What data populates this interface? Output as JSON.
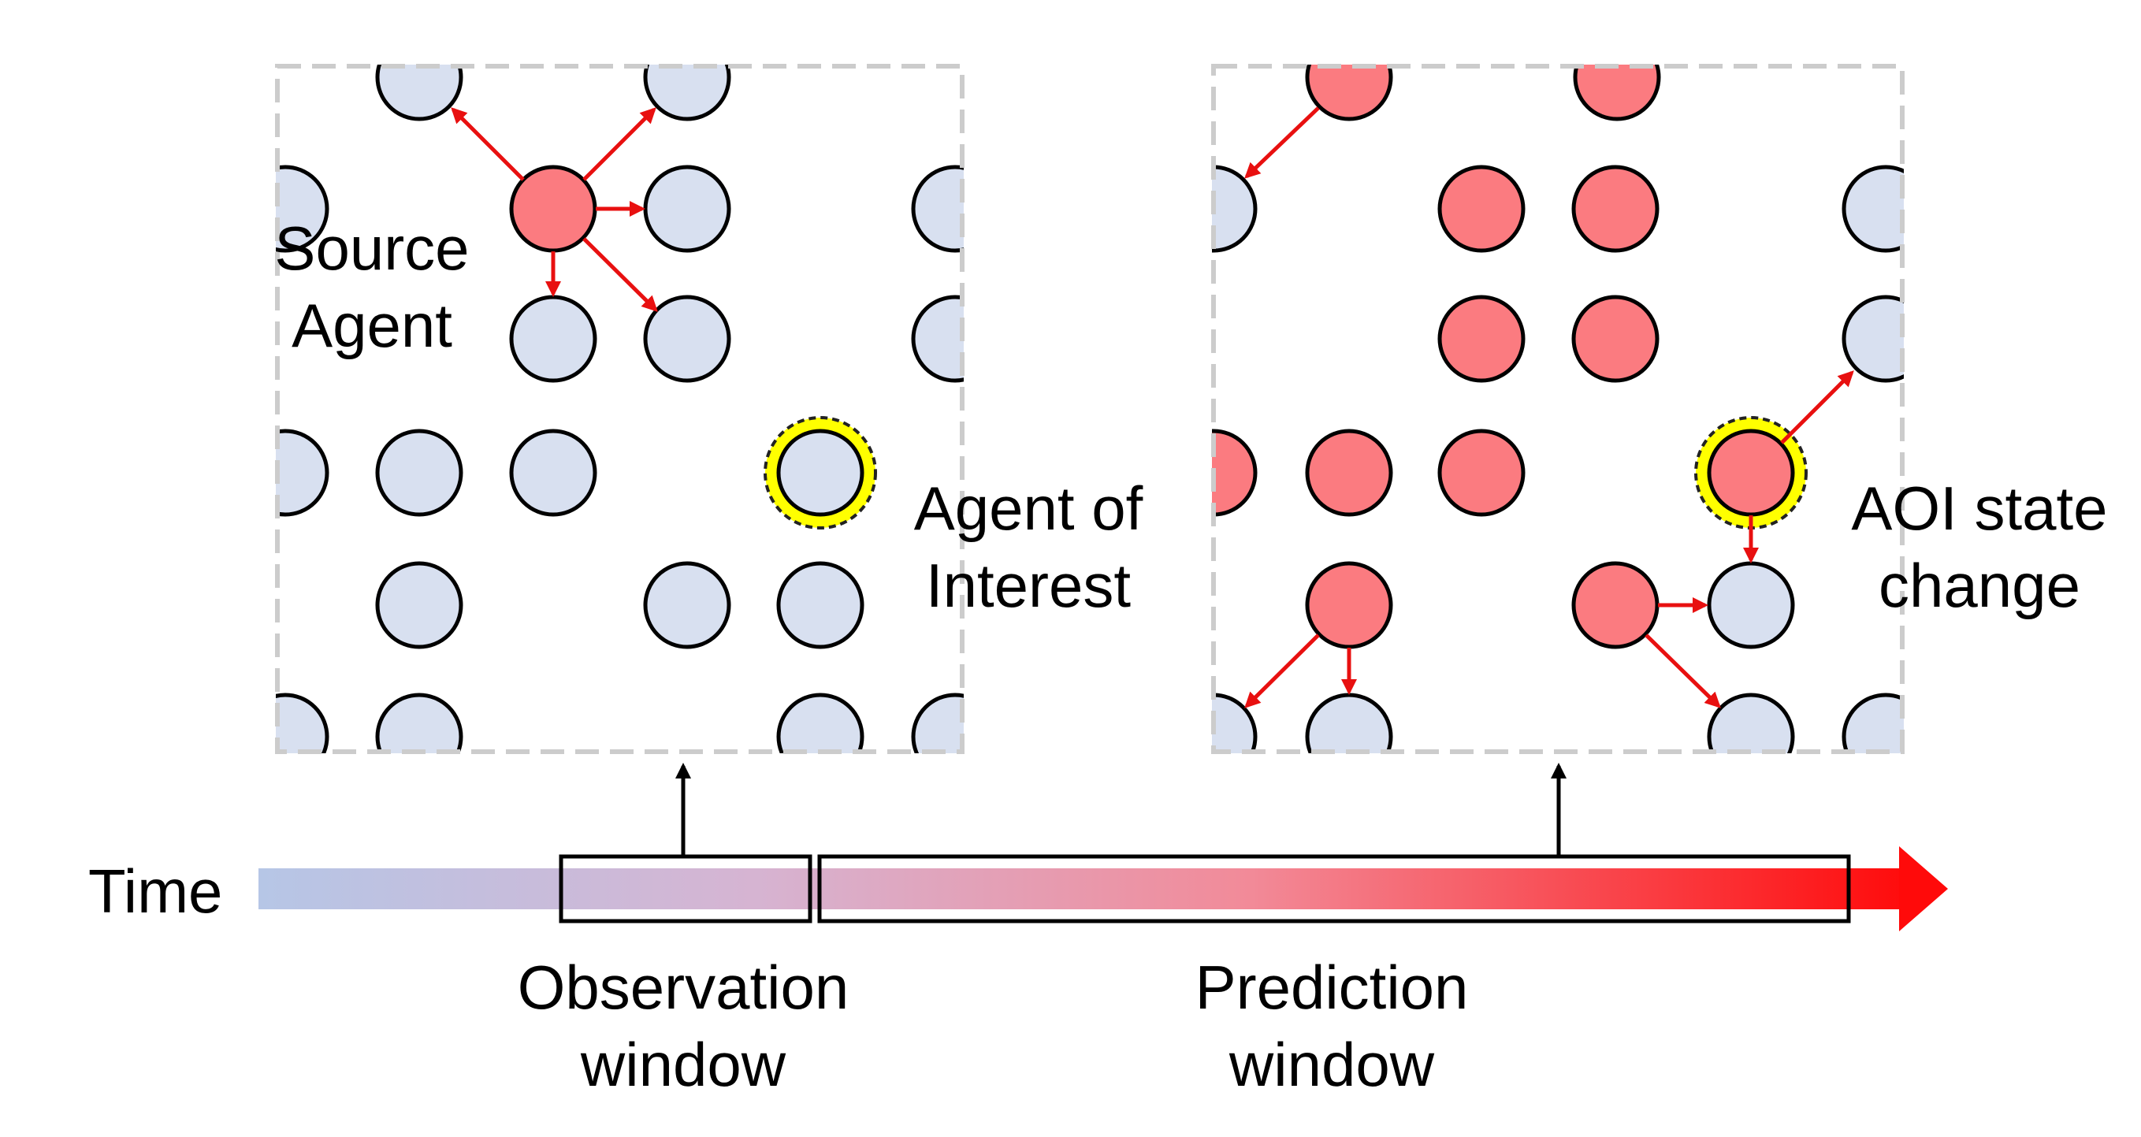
{
  "labels": {
    "source_agent_line1": "Source",
    "source_agent_line2": "Agent",
    "agent_of_interest_line1": "Agent of",
    "agent_of_interest_line2": "Interest",
    "aoi_change_line1": "AOI state",
    "aoi_change_line2": "change",
    "time": "Time",
    "observation_line1": "Observation",
    "observation_line2": "window",
    "prediction_line1": "Prediction",
    "prediction_line2": "window"
  },
  "colors": {
    "unaffected_agent": "#d8e0f0",
    "affected_agent": "#fb7b80",
    "influence_arrow": "#e81010",
    "aoi_highlight": "#ffff00",
    "timeline_start": "#b6c6e6",
    "timeline_end": "#ff0a0a"
  }
}
